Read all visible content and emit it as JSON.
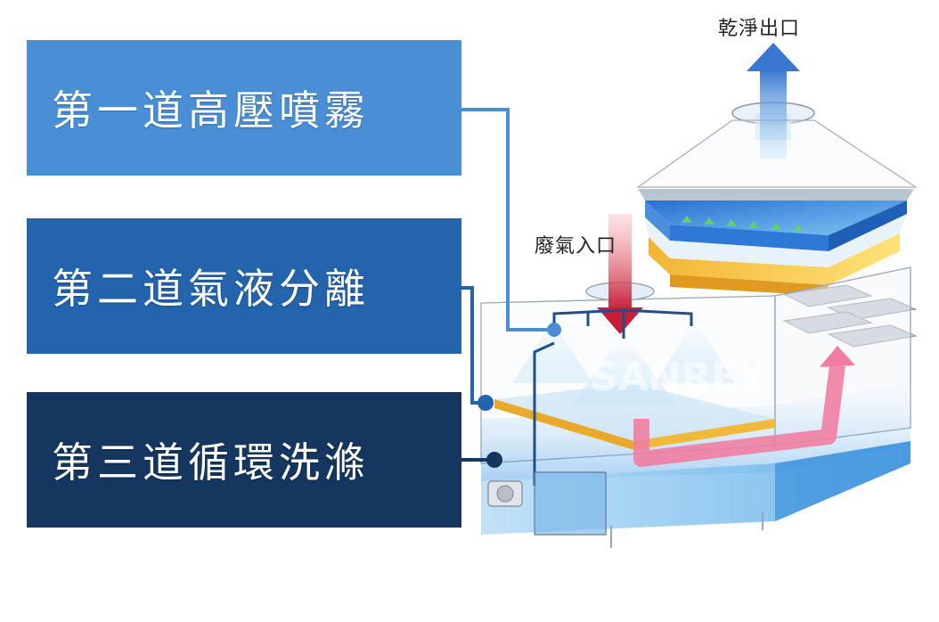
{
  "stages": [
    {
      "label": "第一道高壓噴霧"
    },
    {
      "label": "第二道氣液分離"
    },
    {
      "label": "第三道循環洗滌"
    }
  ],
  "labels": {
    "clean_outlet": "乾淨出口",
    "waste_inlet": "廢氣入口"
  },
  "watermark": "SANREY",
  "colors": {
    "stage1": "#4a8fd6",
    "stage2": "#2464ac",
    "stage3": "#15375f",
    "outlet_arrow": "#3a78d0",
    "inlet_arrow": "#c62038",
    "circulation_arrow": "#ef7ea2"
  }
}
